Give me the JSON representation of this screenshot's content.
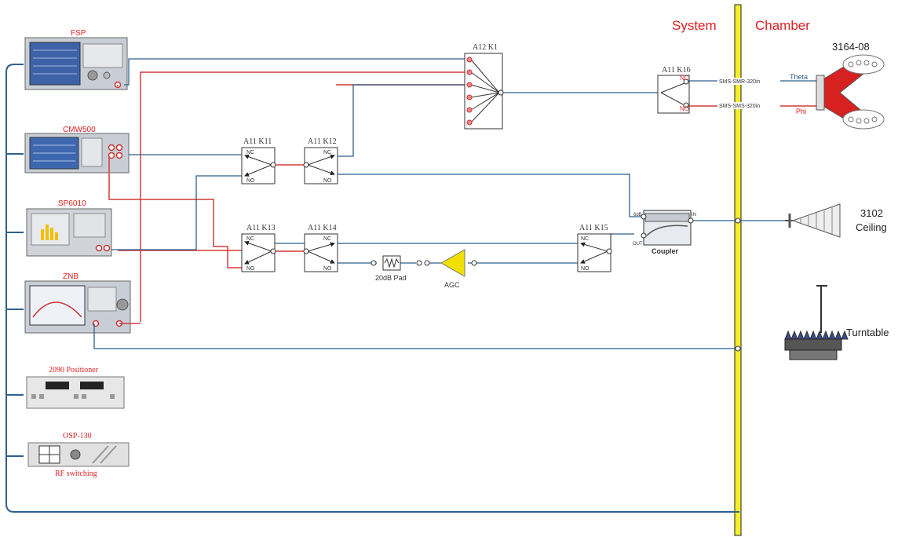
{
  "headers": {
    "system": "System",
    "chamber": "Chamber"
  },
  "instruments": {
    "fsp": "FSP",
    "cmw": "CMW500",
    "sp": "SP6010",
    "znb": "ZNB",
    "positioner": "2090 Positioner",
    "osp": "OSP-130",
    "rf_switching": "RF switching"
  },
  "switches": {
    "k1": "A12 K1",
    "k16": "A11 K16",
    "k11": "A11 K11",
    "k12": "A11 K12",
    "k13": "A11 K13",
    "k14": "A11 K14",
    "k15": "A11 K15"
  },
  "port_labels": {
    "nc": "NC",
    "no": "NO"
  },
  "cables": {
    "theta_cable": "SMS-SMR-320in",
    "phi_cable": "SMS-SMS-320in"
  },
  "pol_labels": {
    "theta": "Theta",
    "phi": "Phi"
  },
  "antennas": {
    "horn": "3164-08",
    "ceiling_num": "3102",
    "ceiling_word": "Ceiling",
    "turntable": "Turntable"
  },
  "coupler": {
    "name": "Coupler",
    "port_6db": "6dB",
    "port_in": "IN",
    "port_out": "OUT"
  },
  "components": {
    "pad": "20dB Pad",
    "agc": "AGC"
  },
  "colors": {
    "blue_line": "#2f5f8a",
    "red_line": "#d33a3a",
    "wall": "#f4ef2a",
    "label_red": "#e02020",
    "agc": "#f0e000"
  }
}
